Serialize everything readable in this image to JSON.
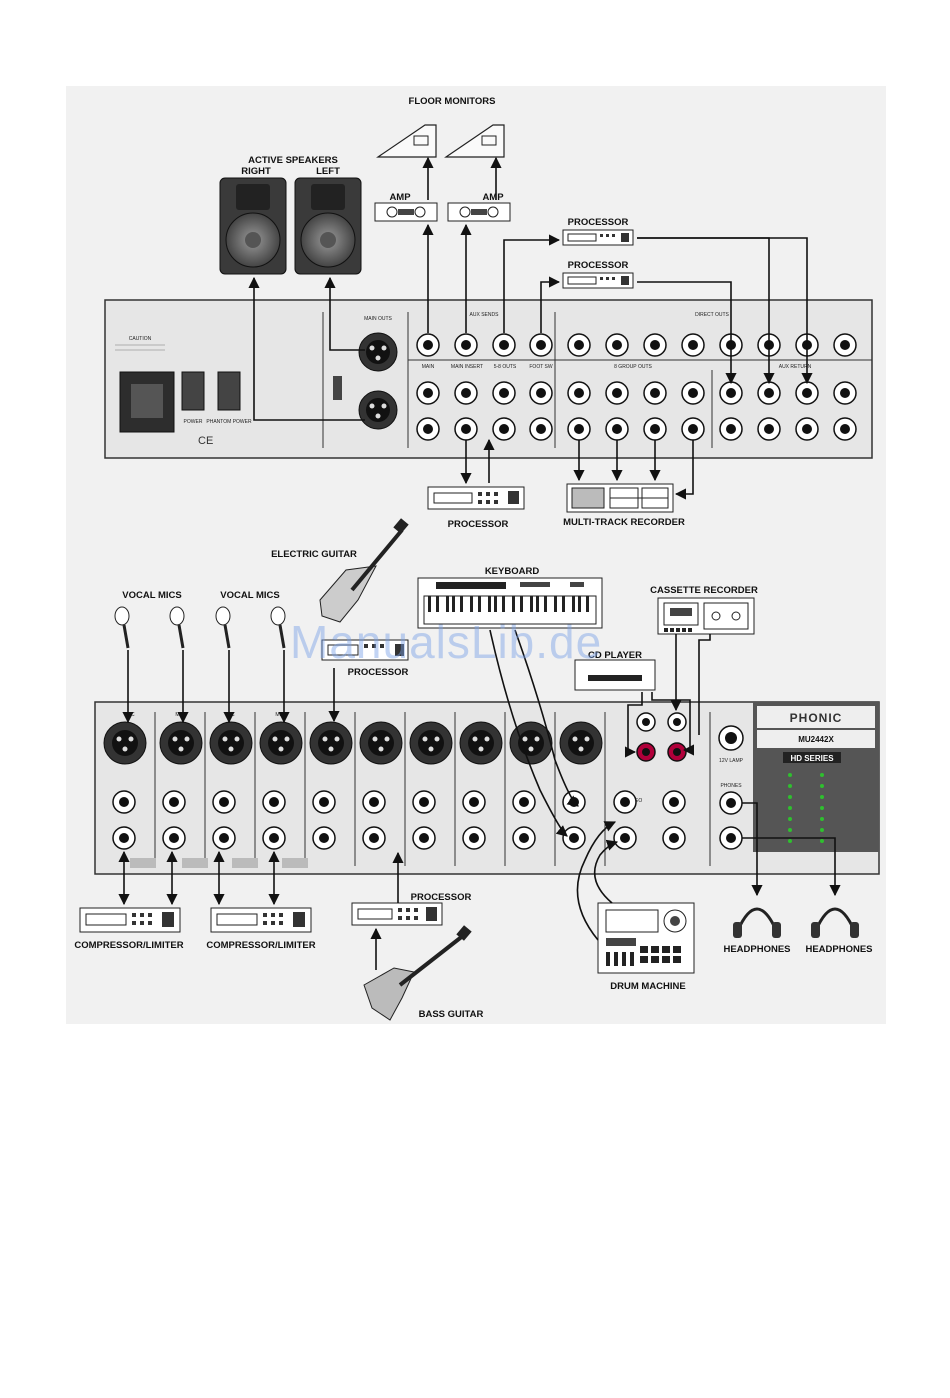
{
  "colors": {
    "panel_bg": "#f1f1f1",
    "mixer_face": "#e6e6e6",
    "mixer_dark": "#555555",
    "cable": "#111111",
    "accent_red": "#b0003a",
    "led_green": "#2fbf2f",
    "watermark": "#7aa0e6"
  },
  "labels": {
    "floor_monitors": "FLOOR MONITORS",
    "active_speakers": "ACTIVE SPEAKERS",
    "right": "RIGHT",
    "left": "LEFT",
    "amp": "AMP",
    "processor": "PROCESSOR",
    "multi_track_recorder": "MULTI-TRACK RECORDER",
    "electric_guitar": "ELECTRIC GUITAR",
    "keyboard": "KEYBOARD",
    "cassette_recorder": "CASSETTE RECORDER",
    "vocal_mics": "VOCAL MICS",
    "cd_player": "CD PLAYER",
    "compressor_limiter": "COMPRESSOR/LIMITER",
    "bass_guitar": "BASS GUITAR",
    "drum_machine": "DRUM MACHINE",
    "headphones": "HEADPHONES"
  },
  "rear_panel": {
    "caution": "CAUTION",
    "main_outs": "MAIN OUTS",
    "aux_sends": "AUX SENDS",
    "direct_outs": "DIRECT OUTS",
    "main": "MAIN",
    "main_insert": "MAIN INSERT",
    "mono_outs": "5-8 OUTS",
    "foot_sw": "FOOT SW",
    "group_outs": "8 GROUP OUTS",
    "aux_return": "AUX RETURN",
    "power": "POWER",
    "phantom": "PHANTOM POWER"
  },
  "front_panel": {
    "brand": "PHONIC",
    "model": "MU2442X",
    "hd_series": "HD SERIES",
    "mic_prefix": "MIC",
    "phones": "PHONES",
    "stereo": "STEREO",
    "lamp": "12V LAMP"
  },
  "watermark": "ManualsLib.de"
}
